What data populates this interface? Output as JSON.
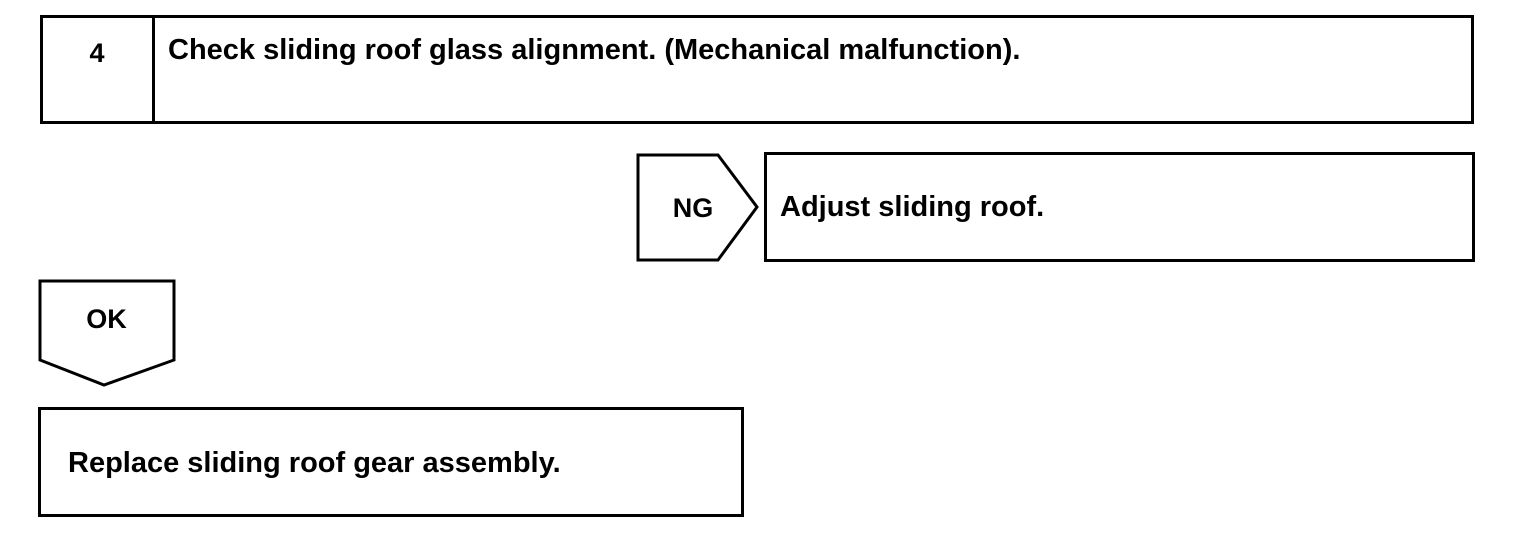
{
  "step": {
    "number": "4",
    "title": "Check sliding roof glass alignment. (Mechanical malfunction)."
  },
  "ng_branch": {
    "label": "NG",
    "result": "Adjust sliding roof."
  },
  "ok_branch": {
    "label": "OK",
    "result": "Replace sliding roof gear assembly."
  }
}
